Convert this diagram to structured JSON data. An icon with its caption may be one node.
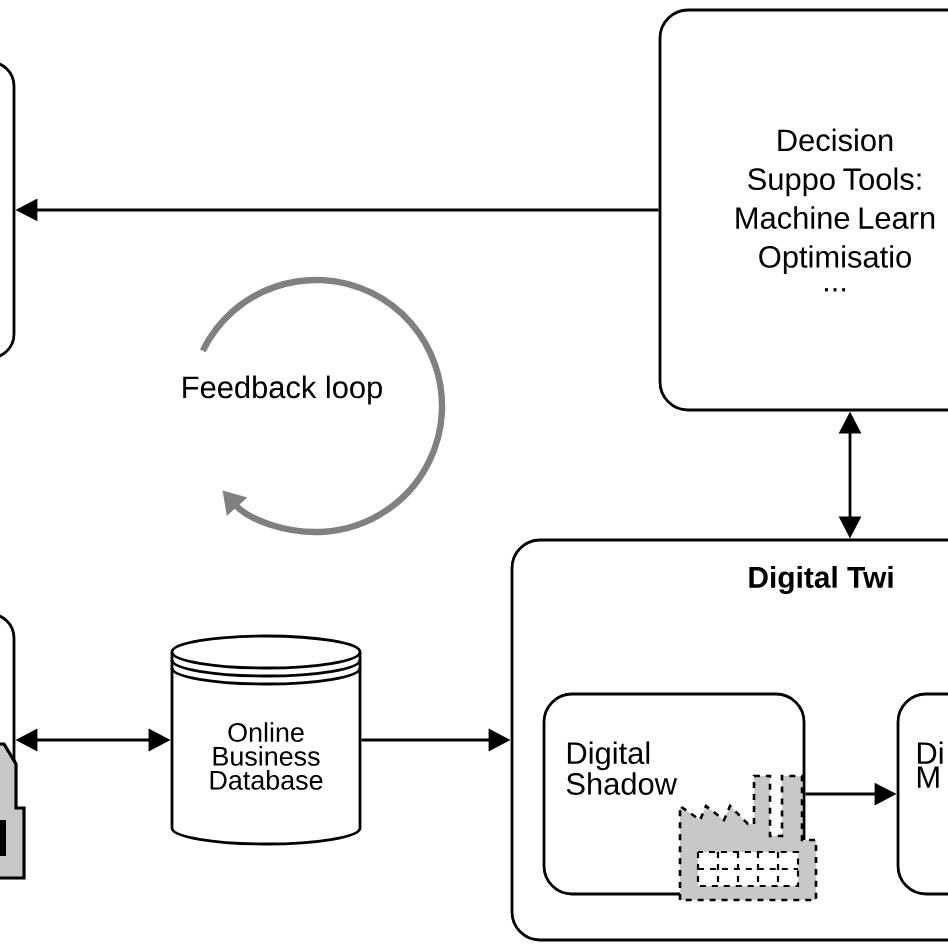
{
  "diagram": {
    "nodes": [
      {
        "text": [],
        "shape": "box"
      },
      {
        "text": [
          "Decision Suppo Tools:",
          "Machine Learn",
          "Optimisatio",
          "..."
        ]
      },
      {
        "text": [],
        "shape": "box"
      },
      {
        "text": [
          "Online Business Database"
        ]
      },
      {
        "text": [
          "Digital Twi"
        ]
      },
      {
        "text": [
          "Digital Shadow"
        ],
        "in": 4
      },
      {
        "text": [
          "Di M"
        ],
        "in": 4
      }
    ],
    "edges": [
      {
        "from": 1,
        "to": 0,
        "arrow": "to"
      },
      {
        "from": 1,
        "to": 4,
        "arrow": "both"
      },
      {
        "from": 2,
        "to": 3,
        "arrow": "both"
      },
      {
        "from": 3,
        "to": 4,
        "arrow": "to"
      },
      {
        "from": 5,
        "to": 6,
        "arrow": "to"
      }
    ],
    "labels": [
      "Feedback loop"
    ]
  }
}
